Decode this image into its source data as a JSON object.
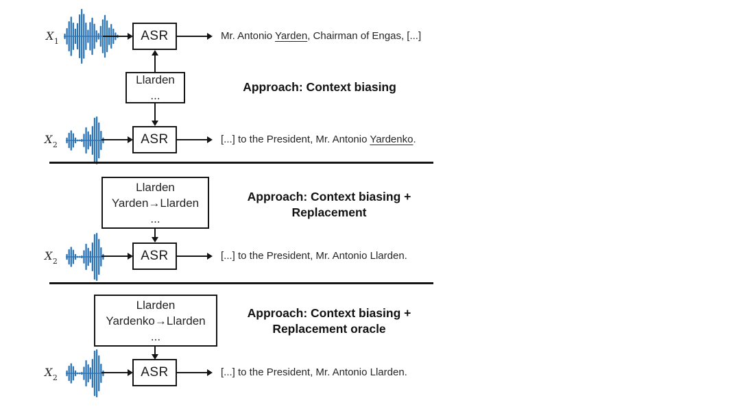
{
  "diagram": {
    "colors": {
      "waveform_blue": "#2E75B6",
      "line_black": "#141414"
    },
    "sections": [
      {
        "approach": {
          "line1": "Approach: Context biasing",
          "line2": ""
        },
        "bias_box": {
          "lines": [
            "Llarden",
            "..."
          ]
        },
        "rows": [
          {
            "input_base": "X",
            "input_sub": "1",
            "asr_label": "ASR",
            "output": {
              "prefix": "Mr. Antonio ",
              "underlined": "Yarden",
              "suffix": ", Chairman of Engas, [...]"
            }
          },
          {
            "input_base": "X",
            "input_sub": "2",
            "asr_label": "ASR",
            "output": {
              "prefix": "[...] to the President, Mr. Antonio ",
              "underlined": "Yardenko",
              "suffix": "."
            }
          }
        ]
      },
      {
        "approach": {
          "line1": "Approach: Context biasing +",
          "line2": "Replacement"
        },
        "bias_box": {
          "lines": [
            "Llarden",
            "Yarden→Llarden",
            "..."
          ]
        },
        "rows": [
          {
            "input_base": "X",
            "input_sub": "2",
            "asr_label": "ASR",
            "output": {
              "prefix": "[...] to the President, Mr. Antonio Llarden.",
              "underlined": "",
              "suffix": ""
            }
          }
        ]
      },
      {
        "approach": {
          "line1": "Approach: Context biasing +",
          "line2": "Replacement oracle"
        },
        "bias_box": {
          "lines": [
            "Llarden",
            "Yardenko→Llarden",
            "..."
          ]
        },
        "rows": [
          {
            "input_base": "X",
            "input_sub": "2",
            "asr_label": "ASR",
            "output": {
              "prefix": "[...] to the President, Mr. Antonio Llarden.",
              "underlined": "",
              "suffix": ""
            }
          }
        ]
      }
    ]
  }
}
